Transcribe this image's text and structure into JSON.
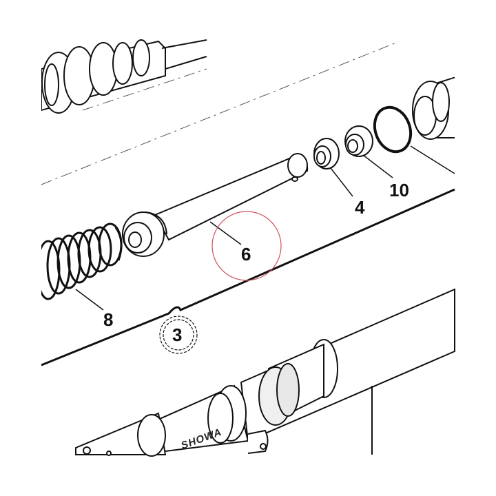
{
  "diagram": {
    "callouts": [
      {
        "id": "spring",
        "label": "8"
      },
      {
        "id": "damper-rod",
        "label": "6"
      },
      {
        "id": "ring-4",
        "label": "4"
      },
      {
        "id": "ring-10",
        "label": "10"
      },
      {
        "id": "nut",
        "label": "3"
      }
    ],
    "logo": "SHOWA",
    "colors": {
      "line": "#111111",
      "dash": "#555555",
      "highlight": "#d05060",
      "paper": "#ffffff"
    }
  }
}
